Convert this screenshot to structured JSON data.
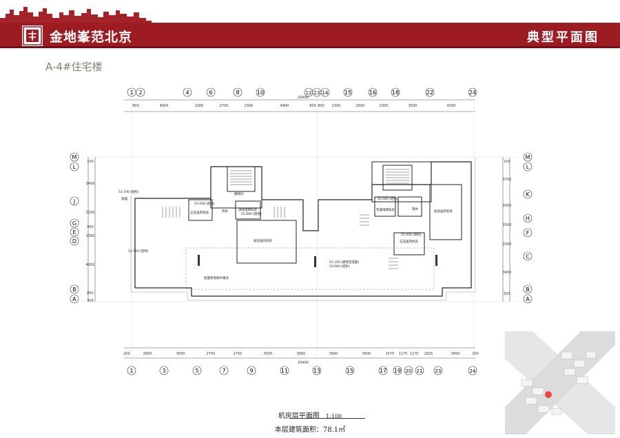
{
  "header": {
    "brand": "金地峯范北京",
    "page_title": "典型平面图",
    "accent_color": "#9d1c22"
  },
  "building_label": "A-4#住宅楼",
  "axes": {
    "top": [
      "1",
      "2",
      "4",
      "6",
      "8",
      "10",
      "12",
      "13",
      "14",
      "15",
      "16",
      "18",
      "22",
      "24"
    ],
    "bottom": [
      "1",
      "3",
      "5",
      "7",
      "9",
      "11",
      "13",
      "15",
      "17",
      "19",
      "20",
      "21",
      "23",
      "24"
    ],
    "left": [
      "M",
      "L",
      "J",
      "G",
      "E",
      "D",
      "B",
      "A"
    ],
    "right": [
      "M",
      "L",
      "K",
      "H",
      "F",
      "C",
      "B",
      "A"
    ]
  },
  "dimensions": {
    "top": [
      "800",
      "4900",
      "2300",
      "2700",
      "2300",
      "4900",
      "800",
      "800",
      "2300",
      "2600",
      "2300",
      "3500",
      "4300"
    ],
    "top_total": "25400",
    "bottom": [
      "200",
      "3900",
      "3500",
      "2750",
      "2750",
      "3500",
      "3900",
      "3900",
      "3500",
      "1575",
      "1175",
      "1175",
      "1825",
      "3450",
      "200"
    ],
    "bottom_total": "25400",
    "left": [
      "100",
      "3400",
      "2200",
      "900",
      "1350",
      "4950",
      "850",
      "300"
    ],
    "right": [
      "100",
      "3700",
      "2450",
      "1500",
      "3300",
      "3450",
      "500"
    ]
  },
  "annotations": {
    "level_left_top": "53.700 (结构)",
    "level_left_mid": "53.700 (结构)",
    "level_center": "55.350 (建筑完成面)",
    "level_center_2": "53.000 (结构)",
    "level_room_1": "55.000 (结构)",
    "level_room_2": "55.000 (结构)",
    "level_room_3": "55.000 (结构)",
    "level_room_4": "55.000 (结构)",
    "room_machine_left": "加压送风机房",
    "room_machine_right": "加压送风机房",
    "room_elevator_a": "正压送风机房",
    "room_elevator_b": "消防电梯机房",
    "room_elevator_c": "普通电梯机房",
    "room_elevator_d": "正压送风机房",
    "stair_well": "楼梯间",
    "roof_note": "屋面保温防水做法",
    "room_small_1": "风井",
    "room_small_2": "管井",
    "vent_label": "排烟"
  },
  "caption": {
    "drawing_name": "机房层平面图",
    "scale": "1:100",
    "area_label": "本层建筑面积：78.1㎡"
  }
}
